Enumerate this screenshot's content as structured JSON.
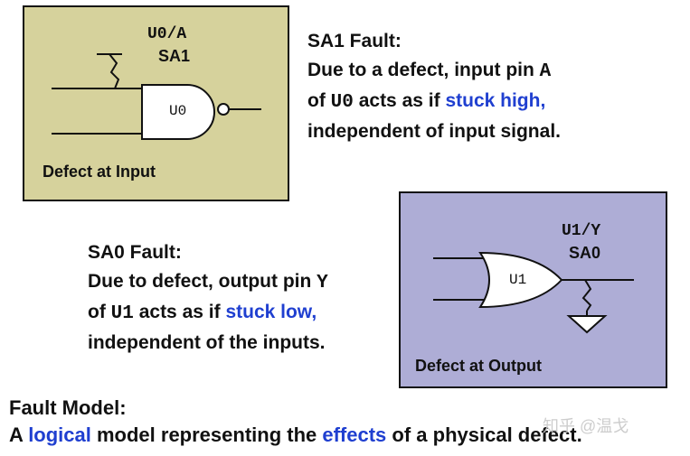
{
  "sa1_box": {
    "pin_label": "U0/A",
    "fault_label": "SA1",
    "gate_label": "U0",
    "caption": "Defect at Input"
  },
  "sa1_text": {
    "heading": "SA1 Fault:",
    "line1": "Due to a defect, input pin ",
    "line1_pin": "A",
    "line2_pre": "of ",
    "line2_gate": "U0",
    "line2_mid": " acts as if ",
    "line2_highlight": "stuck high,",
    "line3": "independent of input signal."
  },
  "sa0_box": {
    "pin_label": "U1/Y",
    "fault_label": "SA0",
    "gate_label": "U1",
    "caption": "Defect at Output"
  },
  "sa0_text": {
    "heading": "SA0 Fault:",
    "line1": "Due to defect, output pin ",
    "line1_pin": "Y",
    "line2_pre": "of ",
    "line2_gate": "U1",
    "line2_mid": " acts as if ",
    "line2_highlight": "stuck low,",
    "line3": "independent of the inputs."
  },
  "footer": {
    "title": "Fault Model:",
    "def_pre": "A ",
    "def_logical": "logical",
    "def_mid": " model representing the ",
    "def_effects": "effects",
    "def_post": " of a physical defect."
  },
  "watermark": "知乎 @温戈",
  "colors": {
    "sa1_box_bg": "#d6d29c",
    "sa0_box_bg": "#aeadd6",
    "highlight": "#1f3fd0"
  }
}
